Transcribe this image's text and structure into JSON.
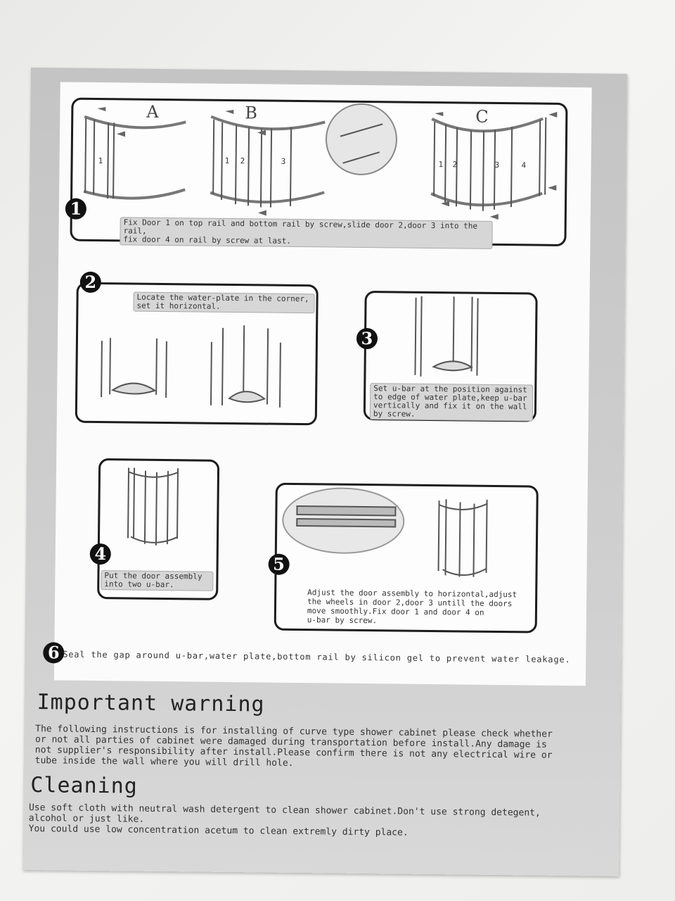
{
  "steps": {
    "s1": {
      "number": "1",
      "labels": [
        "A",
        "B",
        "C"
      ],
      "door_numbers": [
        "1",
        "1",
        "2",
        "3",
        "1",
        "2",
        "3",
        "4"
      ],
      "caption": "Fix Door 1 on top rail and bottom rail by screw,slide door 2,door 3 into the rail,\nfix door 4 on rail by screw at last."
    },
    "s2": {
      "number": "2",
      "caption": "Locate the water-plate in the corner,\nset it horizontal."
    },
    "s3": {
      "number": "3",
      "caption": "Set u-bar at the position against\nto edge of water plate,keep u-bar\nvertically and fix it on the wall\nby screw."
    },
    "s4": {
      "number": "4",
      "caption": "Put the door assembly\ninto two u-bar."
    },
    "s5": {
      "number": "5",
      "caption": "Adjust the door assembly to horizontal,adjust\nthe wheels in door 2,door 3 untill the doors\nmove smoothly.Fix door 1 and door 4 on\nu-bar by screw."
    },
    "s6": {
      "number": "6",
      "caption": "Seal the gap around u-bar,water plate,bottom rail by silicon gel to prevent water leakage."
    }
  },
  "warning": {
    "title": "Important warning",
    "body": "The following instructions is for installing of curve type shower cabinet please check whether\nor not all parties of cabinet were damaged during transportation before install.Any damage is\nnot supplier's responsibility after install.Please confirm there is not any electrical wire or\ntube inside the wall where you will drill hole."
  },
  "cleaning": {
    "title": "Cleaning",
    "body": "Use soft cloth with neutral wash detergent to clean shower cabinet.Don't use strong detegent,\nalcohol or just like.\nYou could use low concentration acetum to clean extremly dirty place."
  }
}
